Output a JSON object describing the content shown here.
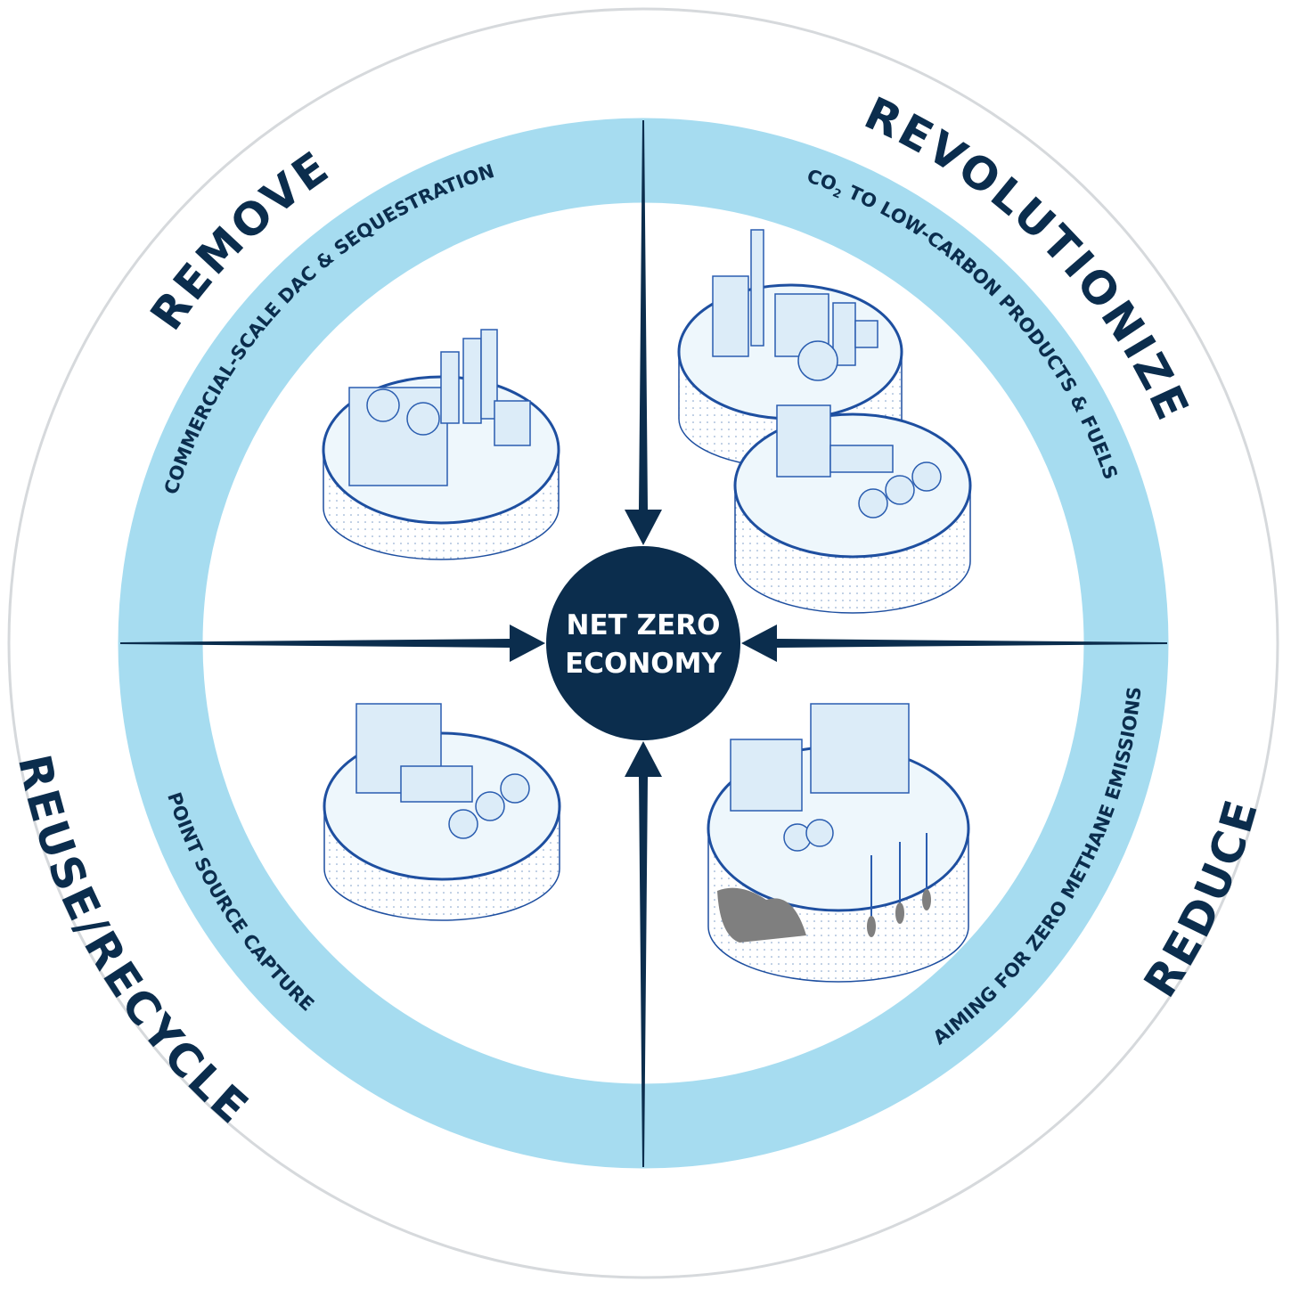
{
  "center": {
    "line1": "NET ZERO",
    "line2": "ECONOMY"
  },
  "quadrants": [
    {
      "id": "remove",
      "title": "REMOVE",
      "subtitle": "COMMERCIAL-SCALE DAC & SEQUESTRATION"
    },
    {
      "id": "revolutionize",
      "title": "REVOLUTIONIZE",
      "subtitle_prefix": "CO",
      "subtitle_sub": "2",
      "subtitle_rest": " TO LOW-CARBON PRODUCTS & FUELS"
    },
    {
      "id": "reduce",
      "title": "REDUCE",
      "subtitle": "AIMING FOR ZERO METHANE EMISSIONS"
    },
    {
      "id": "reuse-recycle",
      "title": "REUSE/RECYCLE",
      "subtitle": "POINT SOURCE CAPTURE"
    }
  ],
  "colors": {
    "navy": "#0b2d4d",
    "ring_blue": "#a6dcf0",
    "line_blue": "#1e4fa0"
  }
}
